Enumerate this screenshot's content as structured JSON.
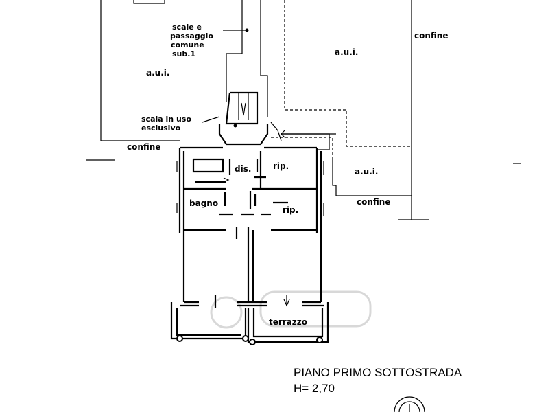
{
  "labels": {
    "scale_e": "scale e",
    "passaggio": "passaggio",
    "comune": "comune",
    "sub1": "sub.1",
    "aui_left": "a.u.i.",
    "aui_top_right": "a.u.i.",
    "aui_right": "a.u.i.",
    "confine_top_right": "confine",
    "confine_left": "confine",
    "confine_right": "confine",
    "scala_in_uso": "scala in uso",
    "esclusivo": "esclusivo",
    "dis": "dis.",
    "rip_top": "rip.",
    "rip_mid": "rip.",
    "bagno": "bagno",
    "terrazzo": "terrazzo"
  },
  "title": {
    "line1": "PIANO PRIMO SOTTOSTRADA",
    "line2": "H= 2,70"
  }
}
